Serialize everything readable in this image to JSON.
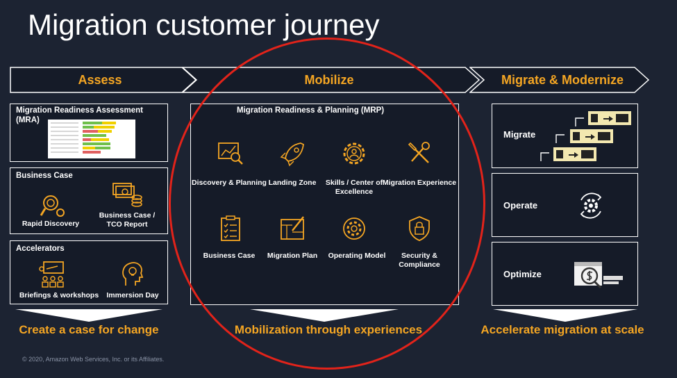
{
  "title": "Migration customer journey",
  "phases": [
    {
      "label": "Assess"
    },
    {
      "label": "Mobilize"
    },
    {
      "label": "Migrate & Modernize"
    }
  ],
  "assess": {
    "mra": {
      "title": "Migration Readiness Assessment (MRA)"
    },
    "business_case": {
      "title": "Business Case",
      "items": [
        "Rapid Discovery",
        "Business Case / TCO Report"
      ]
    },
    "accelerators": {
      "title": "Accelerators",
      "items": [
        "Briefings & workshops",
        "Immersion Day"
      ]
    },
    "tagline": "Create a case for change"
  },
  "mobilize": {
    "title": "Migration Readiness & Planning (MRP)",
    "items": [
      "Discovery & Planning",
      "Landing Zone",
      "Skills / Center of Excellence",
      "Migration Experience",
      "Business Case",
      "Migration Plan",
      "Operating Model",
      "Security & Compliance"
    ],
    "tagline": "Mobilization through experiences"
  },
  "migrate": {
    "stages": [
      "Migrate",
      "Operate",
      "Optimize"
    ],
    "tagline": "Accelerate migration at scale"
  },
  "copyright": "© 2020, Amazon Web Services, Inc. or its Affiliates.",
  "colors": {
    "accent": "#f5a623",
    "background": "#1c2332",
    "highlight_circle": "#e2231a"
  }
}
